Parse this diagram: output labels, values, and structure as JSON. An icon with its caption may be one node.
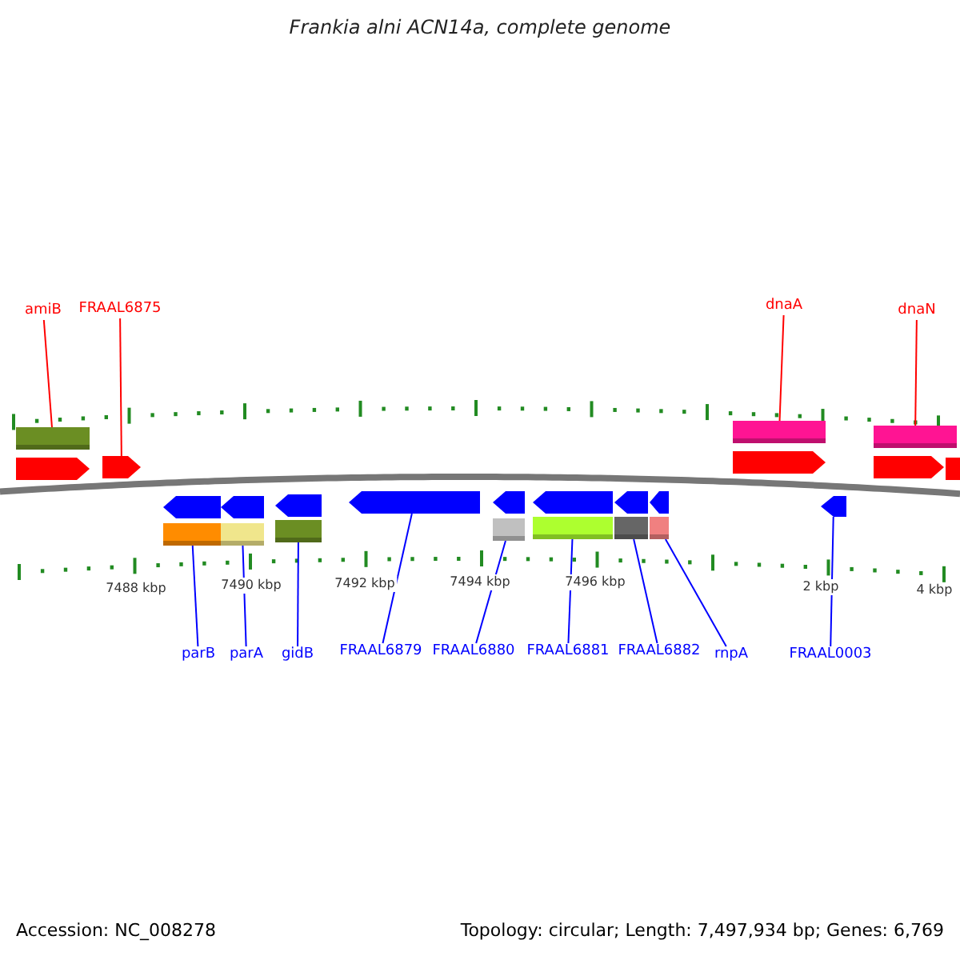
{
  "diagram": {
    "title": "Frankia alni ACN14a, complete genome",
    "nodes": [
      {
        "text": [
          "amiB"
        ]
      },
      {
        "text": [
          "FRAAL6875"
        ]
      },
      {
        "text": [
          "dnaA"
        ]
      },
      {
        "text": [
          "dnaN"
        ]
      },
      {
        "text": [
          "parB"
        ]
      },
      {
        "text": [
          "parA"
        ]
      },
      {
        "text": [
          "gidB"
        ]
      },
      {
        "text": [
          "FRAAL6879"
        ]
      },
      {
        "text": [
          "FRAAL6880"
        ]
      },
      {
        "text": [
          "FRAAL6881"
        ]
      },
      {
        "text": [
          "FRAAL6882"
        ]
      },
      {
        "text": [
          "rnpA"
        ]
      },
      {
        "text": [
          "FRAAL0003"
        ]
      },
      {
        "text": [],
        "shape": "bar"
      },
      {
        "text": [],
        "shape": "arrow"
      },
      {
        "text": [],
        "shape": "bar"
      },
      {
        "text": [],
        "shape": "bar"
      },
      {
        "text": [],
        "shape": "bar"
      },
      {
        "text": [],
        "shape": "bar"
      },
      {
        "text": [],
        "shape": "bar"
      },
      {
        "text": [],
        "shape": "arrow"
      },
      {
        "text": [],
        "shape": "bar"
      },
      {
        "text": [],
        "shape": "bar"
      },
      {
        "text": [],
        "shape": "bar"
      },
      {
        "text": [],
        "shape": "bar"
      },
      {
        "text": [],
        "shape": "arrow"
      },
      {
        "text": [],
        "shape": "arrow"
      },
      {
        "text": [],
        "shape": "arrow"
      },
      {
        "text": [],
        "shape": "arrow"
      },
      {
        "text": [],
        "shape": "arrow"
      },
      {
        "text": [],
        "shape": "arrow"
      },
      {
        "text": [],
        "shape": "arrow"
      },
      {
        "text": [],
        "shape": "arrow"
      },
      {
        "text": [],
        "shape": "arrow"
      },
      {
        "text": [],
        "shape": "arrow"
      },
      {
        "text": [],
        "shape": "arrow"
      },
      {
        "text": [],
        "shape": "arrow"
      }
    ],
    "edges": [
      {
        "from": 0,
        "to": 13,
        "arrow": "none",
        "color": "#ff0000"
      },
      {
        "from": 1,
        "to": 14,
        "arrow": "none",
        "color": "#ff0000"
      },
      {
        "from": 2,
        "to": 15,
        "arrow": "none",
        "color": "#ff0000"
      },
      {
        "from": 3,
        "to": 16,
        "arrow": "none",
        "color": "#ff0000"
      },
      {
        "from": 4,
        "to": 17,
        "arrow": "none"
      },
      {
        "from": 5,
        "to": 18,
        "arrow": "none"
      },
      {
        "from": 6,
        "to": 19,
        "arrow": "none"
      },
      {
        "from": 7,
        "to": 20,
        "arrow": "none"
      },
      {
        "from": 8,
        "to": 21,
        "arrow": "none"
      },
      {
        "from": 9,
        "to": 22,
        "arrow": "none"
      },
      {
        "from": 10,
        "to": 23,
        "arrow": "none"
      },
      {
        "from": 11,
        "to": 24,
        "arrow": "none"
      },
      {
        "from": 12,
        "to": 25,
        "arrow": "none"
      }
    ],
    "labels": [
      "7488 kbp",
      "7490 kbp",
      "7492 kbp",
      "7494 kbp",
      "7496 kbp",
      "2 kbp",
      "4 kbp",
      "Accession: NC_008278",
      "Topology: circular; Length: 7,497,934 bp; Genes: 6,769"
    ]
  }
}
